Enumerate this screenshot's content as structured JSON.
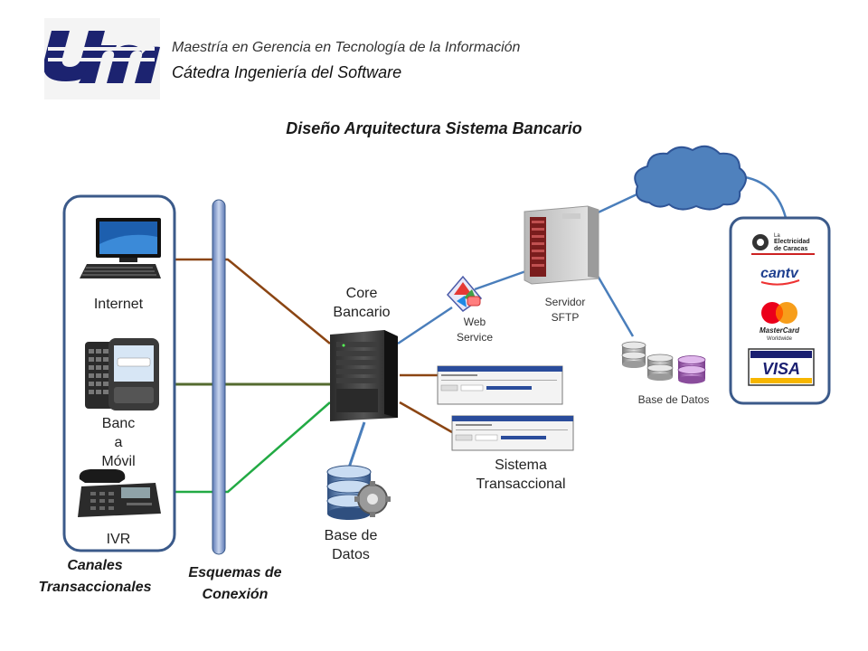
{
  "header": {
    "line1": "Maestría en Gerencia en Tecnología de la Información",
    "line2": "Cátedra Ingeniería del Software"
  },
  "title": "Diseño Arquitectura Sistema Bancario",
  "channels": {
    "internet": "Internet",
    "mobile_line1": "Banc",
    "mobile_line2": "a",
    "mobile_line3": "Móvil",
    "ivr": "IVR",
    "group_line1": "Canales",
    "group_line2": "Transaccionales"
  },
  "connection": {
    "line1": "Esquemas de",
    "line2": "Conexión"
  },
  "core": {
    "line1": "Core",
    "line2": "Bancario"
  },
  "web_service": {
    "line1": "Web",
    "line2": "Service"
  },
  "sftp": {
    "line1": "Servidor",
    "line2": "SFTP"
  },
  "database_right": "Base de Datos",
  "database_core": {
    "line1": "Base de",
    "line2": "Datos"
  },
  "transactional": {
    "line1": "Sistema",
    "line2": "Transaccional"
  },
  "partners": {
    "electricidad_line1": "La",
    "electricidad_line2": "Electricidad",
    "electricidad_line3": "de Caracas",
    "cantv": "cantv",
    "mastercard_line1": "MasterCard",
    "mastercard_line2": "Worldwide",
    "visa": "VISA"
  },
  "icons": {
    "logo": "usm-logo",
    "computer": "desktop-computer-icon",
    "phone_mobile": "smartphone-icon",
    "phone_desk": "desk-phone-icon",
    "server": "tower-server-icon",
    "sftp_server": "rack-server-icon",
    "cloud": "cloud-icon",
    "database": "database-icon"
  },
  "colors": {
    "brown_link": "#8b4513",
    "olive_link": "#556b2f",
    "green_link": "#22aa44",
    "blue_link": "#4a7ebb",
    "panel_border": "#3b5a8a",
    "logo_navy": "#1c2370",
    "cloud_blue": "#4f81bd"
  }
}
